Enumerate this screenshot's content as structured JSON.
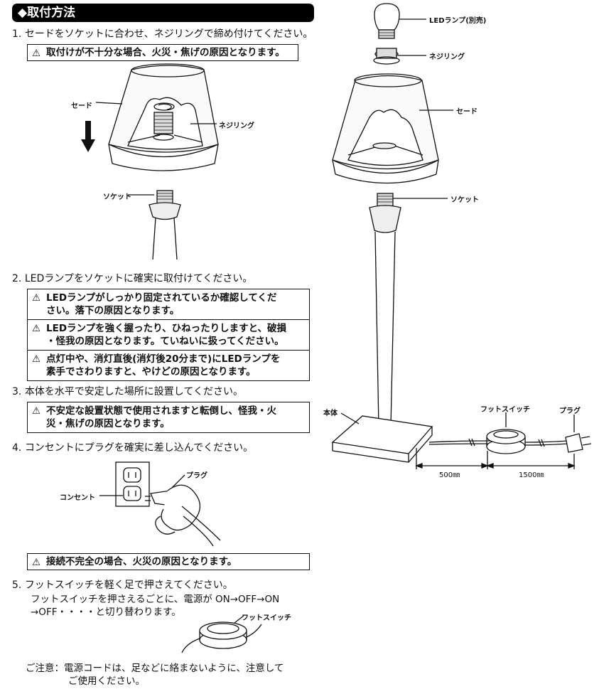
{
  "header": {
    "title": "◆取付方法"
  },
  "steps": [
    {
      "num": "1.",
      "text": "セードをソケットに合わせ、ネジリングで締め付けてください。"
    },
    {
      "num": "2.",
      "text": "LEDランプをソケットに確実に取付けてください。"
    },
    {
      "num": "3.",
      "text": "本体を水平で安定した場所に設置してください。"
    },
    {
      "num": "4.",
      "text": "コンセントにプラグを確実に差し込んでください。"
    },
    {
      "num": "5.",
      "text": "フットスイッチを軽く足で押さえてください。"
    }
  ],
  "warnings": {
    "step1": "取付けが不十分な場合、火災・焦げの原因となります。",
    "step2": [
      {
        "line1": "LEDランプがしっかり固定されているか確認してくだ",
        "line2": "さい。落下の原因となります。"
      },
      {
        "line1": "LEDランプを強く握ったり、ひねったりしますと、破損",
        "line2": "・怪我の原因となります。ていねいに扱ってください。"
      },
      {
        "line1": "点灯中や、消灯直後(消灯後20分まで)にLEDランプを",
        "line2": "素手でさわりますと、やけどの原因となります。"
      }
    ],
    "step3": {
      "line1": "不安定な設置状態で使用されますと転倒し、怪我・火",
      "line2": "災・焦げの原因となります。"
    },
    "step4": "接続不完全の場合、火災の原因となります。"
  },
  "step5_detail": {
    "line1": "フットスイッチを押さえるごとに、電源が ON→OFF→ON",
    "line2": "→OFF・・・・と切り替わります。"
  },
  "note": {
    "label": "ご注意：",
    "line1": "電源コードは、足などに絡まないように、注意して",
    "line2": "ご使用ください。"
  },
  "labels": {
    "shade": "セード",
    "ring": "ネジリング",
    "socket": "ソケット",
    "led_lamp": "LEDランプ(別売)",
    "ring_right": "ネジリング",
    "shade_right": "セード",
    "socket_right": "ソケット",
    "body": "本体",
    "foot_switch": "フットスイッチ",
    "plug": "プラグ",
    "dim_500": "500㎜",
    "dim_1500": "1500㎜",
    "outlet_plug": "プラグ",
    "outlet": "コンセント",
    "fs_small": "フットスイッチ"
  },
  "warning_symbol": "⚠"
}
